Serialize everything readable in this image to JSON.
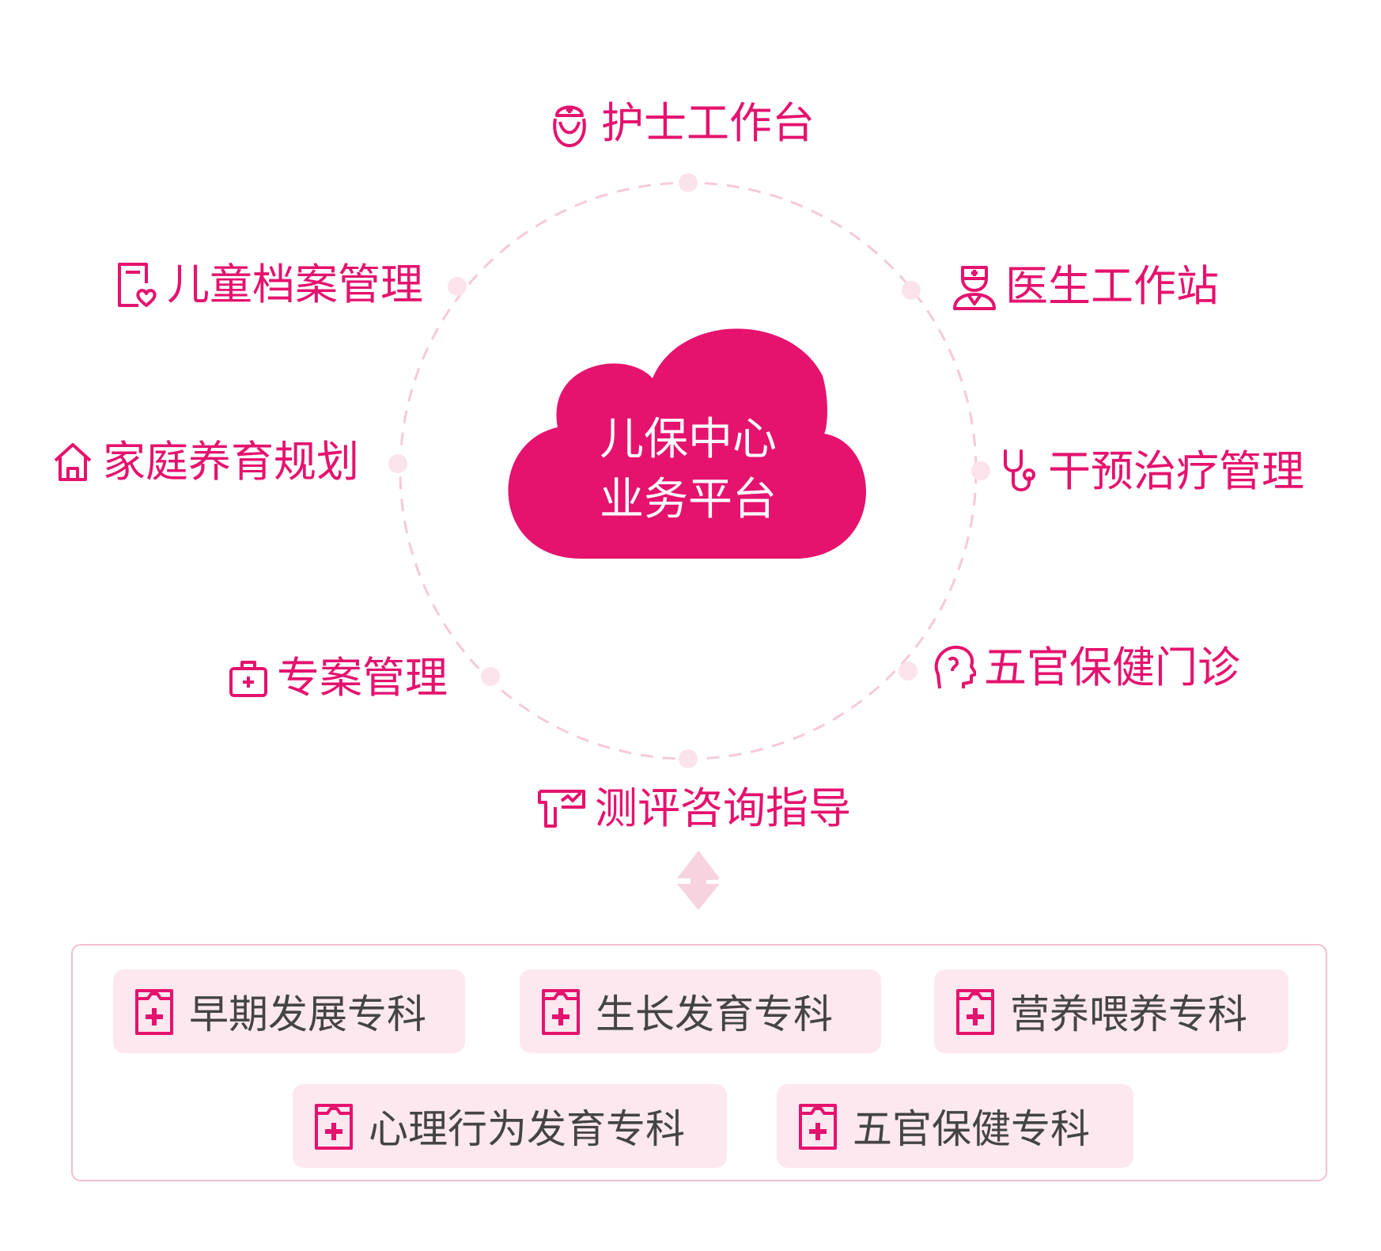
{
  "colors": {
    "accent": "#e5126e",
    "ring": "#f6c9d8",
    "tag_bg": "#fde8f0",
    "tag_text": "#444444",
    "panel_border": "#f1bfd2"
  },
  "center": {
    "line1": "儿保中心",
    "line2": "业务平台"
  },
  "modules": [
    {
      "label": "护士工作台",
      "icon": "nurse-icon"
    },
    {
      "label": "医生工作站",
      "icon": "doctor-icon"
    },
    {
      "label": "干预治疗管理",
      "icon": "stethoscope-icon"
    },
    {
      "label": "五官保健门诊",
      "icon": "head-profile-icon"
    },
    {
      "label": "测评咨询指导",
      "icon": "assessment-icon"
    },
    {
      "label": "专案管理",
      "icon": "medical-kit-icon"
    },
    {
      "label": "家庭养育规划",
      "icon": "home-icon"
    },
    {
      "label": "儿童档案管理",
      "icon": "file-heart-icon"
    }
  ],
  "specialties": [
    {
      "label": "早期发展专科",
      "icon": "medical-cross-icon"
    },
    {
      "label": "生长发育专科",
      "icon": "medical-cross-icon"
    },
    {
      "label": "营养喂养专科",
      "icon": "medical-cross-icon"
    },
    {
      "label": "心理行为发育专科",
      "icon": "medical-cross-icon"
    },
    {
      "label": "五官保健专科",
      "icon": "medical-cross-icon"
    }
  ]
}
